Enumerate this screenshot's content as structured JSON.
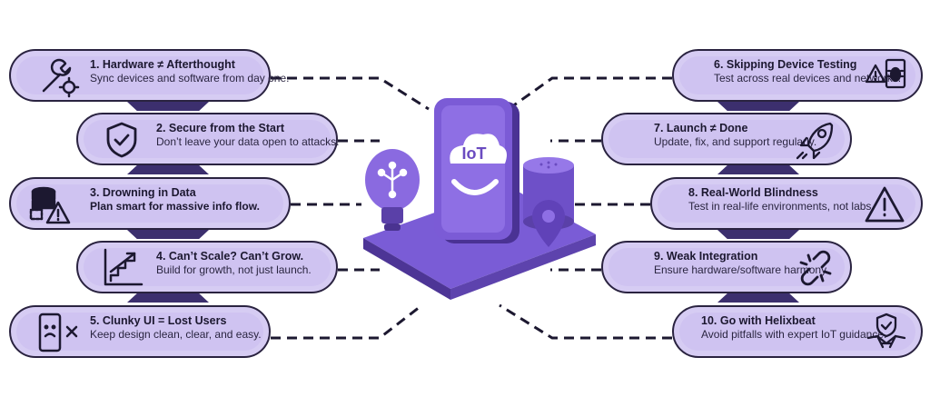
{
  "hub": {
    "badge_text": "IoT"
  },
  "left_items": [
    {
      "title": "1. Hardware ≠ Afterthought",
      "description": "Sync devices and software from day one.",
      "icon": "wrench-gear-icon",
      "desc_bold": false
    },
    {
      "title": "2. Secure from the Start",
      "description": "Don’t leave your data open to attacks.",
      "icon": "shield-check-icon",
      "desc_bold": false
    },
    {
      "title": "3. Drowning in Data",
      "description": "Plan smart for massive info flow.",
      "icon": "database-warning-icon",
      "desc_bold": true
    },
    {
      "title": "4. Can’t Scale? Can’t Grow.",
      "description": "Build for growth, not just launch.",
      "icon": "growth-chart-icon",
      "desc_bold": false
    },
    {
      "title": "5. Clunky UI = Lost Users",
      "description": "Keep design clean, clear, and easy.",
      "icon": "sad-phone-icon",
      "desc_bold": false
    }
  ],
  "right_items": [
    {
      "title": "6. Skipping Device Testing",
      "description": "Test across real devices and networks.",
      "icon": "bug-warning-icon",
      "desc_bold": false
    },
    {
      "title": "7. Launch ≠ Done",
      "description": "Update, fix, and support regularly.",
      "icon": "rocket-icon",
      "desc_bold": false
    },
    {
      "title": "8. Real-World Blindness",
      "description": "Test in real-life environments, not labs.",
      "icon": "warning-triangle-icon",
      "desc_bold": false
    },
    {
      "title": "9. Weak Integration",
      "description": "Ensure hardware/software harmony.",
      "icon": "broken-chain-icon",
      "desc_bold": false
    },
    {
      "title": "10. Go with Helixbeat",
      "description": "Avoid pitfalls with expert IoT guidance.",
      "icon": "handshake-shield-icon",
      "desc_bold": false
    }
  ],
  "colors": {
    "card_fill": "#cfc3f1",
    "card_border": "#2a2340",
    "accent_purple": "#6a4bc0",
    "connector": "#3c2f6e"
  }
}
